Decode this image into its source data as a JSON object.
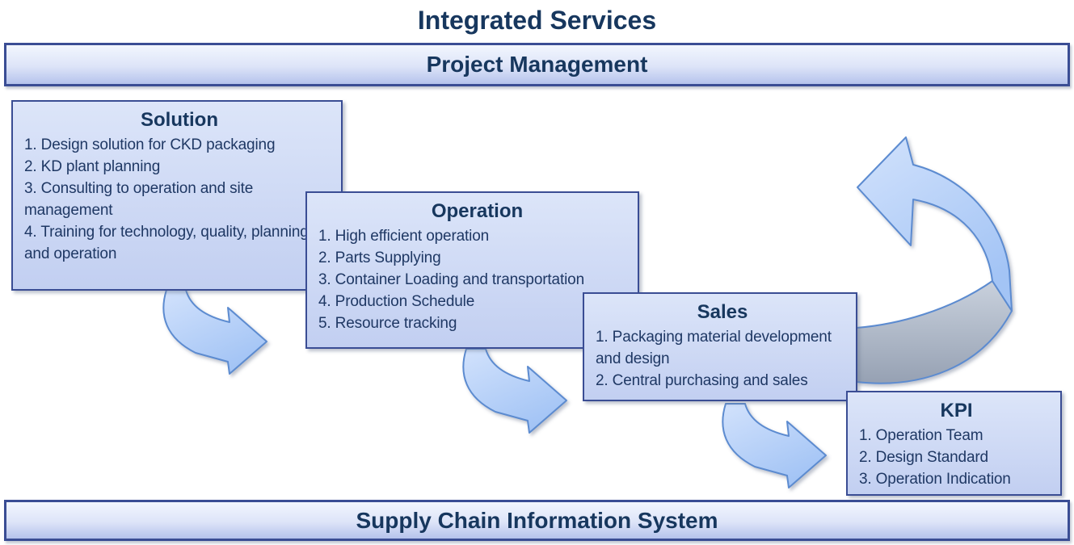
{
  "page": {
    "title": "Integrated Services"
  },
  "banners": {
    "top": "Project Management",
    "bottom": "Supply Chain Information System"
  },
  "boxes": [
    {
      "title": "Solution",
      "items": [
        "1. Design solution for CKD packaging",
        "2. KD plant planning",
        "3. Consulting to operation and site management",
        "4. Training for technology, quality, planning and operation"
      ]
    },
    {
      "title": "Operation",
      "items": [
        "1. High efficient operation",
        "2. Parts Supplying",
        "3. Container Loading and transportation",
        "4. Production Schedule",
        "5. Resource tracking"
      ]
    },
    {
      "title": "Sales",
      "items": [
        "1. Packaging material development and design",
        "2. Central purchasing and sales"
      ]
    },
    {
      "title": "KPI",
      "items": [
        "1. Operation Team",
        "2. Design Standard",
        "3. Operation Indication"
      ]
    }
  ],
  "icons": {
    "flow_arrows": [
      "solution-to-operation-arrow",
      "operation-to-sales-arrow",
      "sales-to-kpi-arrow"
    ],
    "feedback_arrow": "kpi-feedback-loop-arrow"
  },
  "colors": {
    "text": "#1F3864",
    "title_text": "#17375E",
    "border": "#3A4D94",
    "banner_gradient_top": "#F2F6FE",
    "banner_gradient_bottom": "#B5C3EC",
    "box_gradient_top": "#DCE5F9",
    "box_gradient_bottom": "#C2CFF1",
    "arrow_fill_light": "#D2E2FC",
    "arrow_fill_dark": "#A3C4F5",
    "arrow_stroke": "#5B8BD0",
    "feedback_back_light": "#C9D1DD",
    "feedback_back_dark": "#96A1B3"
  }
}
